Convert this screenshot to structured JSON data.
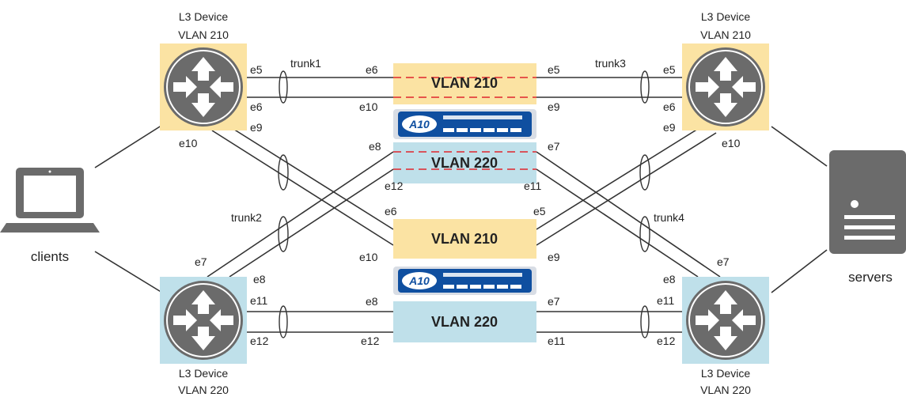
{
  "colors": {
    "vlan210": "#fbe3a3",
    "vlan220": "#bfe0ea",
    "router_body": "#6b6b6b",
    "wire": "#333333",
    "dashed": "#e0262c",
    "a10_blue": "#0f4fa0"
  },
  "devices": {
    "top_left": {
      "line1": "L3 Device",
      "line2": "VLAN 210"
    },
    "top_right": {
      "line1": "L3 Device",
      "line2": "VLAN 210"
    },
    "bottom_left": {
      "line1": "L3 Device",
      "line2": "VLAN 220"
    },
    "bottom_right": {
      "line1": "L3 Device",
      "line2": "VLAN 220"
    }
  },
  "endpoints": {
    "clients": "clients",
    "servers": "servers"
  },
  "trunks": {
    "t1": "trunk1",
    "t2": "trunk2",
    "t3": "trunk3",
    "t4": "trunk4"
  },
  "vlan_boxes": {
    "top_210": "VLAN 210",
    "top_220": "VLAN 220",
    "bottom_210": "VLAN 210",
    "bottom_220": "VLAN 220"
  },
  "icons": {
    "router": "router-icon",
    "laptop": "laptop-icon",
    "server": "server-icon",
    "switch": "a10-switch-icon"
  },
  "a10": {
    "logo": "A10"
  },
  "ports": {
    "tl_e5": "e5",
    "tl_e6": "e6",
    "tl_e9": "e9",
    "tl_e10": "e10",
    "tr_e5": "e5",
    "tr_e6": "e6",
    "tr_e9": "e9",
    "tr_e10": "e10",
    "bl_e7": "e7",
    "bl_e8": "e8",
    "bl_e11": "e11",
    "bl_e12": "e12",
    "br_e7": "e7",
    "br_e8": "e8",
    "br_e11": "e11",
    "br_e12": "e12",
    "s1_e6": "e6",
    "s1_e10": "e10",
    "s1_e5": "e5",
    "s1_e9": "e9",
    "s1_e8": "e8",
    "s1_e12": "e12",
    "s1_e7": "e7",
    "s1_e11": "e11",
    "s2_e6": "e6",
    "s2_e10": "e10",
    "s2_e5": "e5",
    "s2_e9": "e9",
    "s2_e8": "e8",
    "s2_e12": "e12",
    "s2_e7": "e7",
    "s2_e11": "e11"
  }
}
